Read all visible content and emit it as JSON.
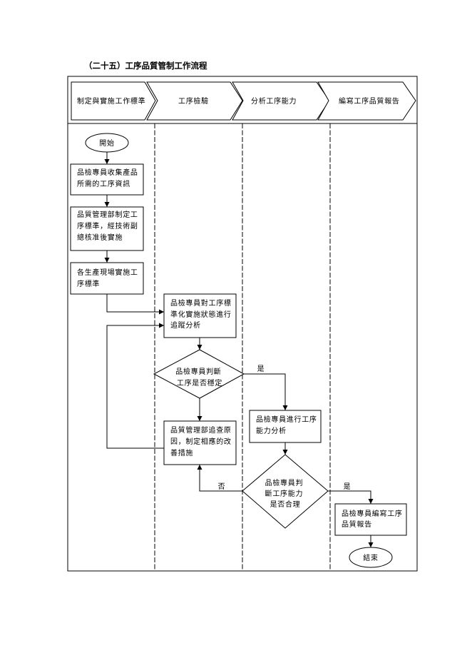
{
  "title": "（二十五）工序品質管制工作流程",
  "lanes": [
    {
      "label": "制定與實施工作標準"
    },
    {
      "label": "工序檢驗"
    },
    {
      "label": "分析工序能力"
    },
    {
      "label": "編寫工序品質報告"
    }
  ],
  "nodes": {
    "start": {
      "label": "開始"
    },
    "collect_info": {
      "lines": [
        "品檢專員收集產品",
        "所需的工序資訊"
      ]
    },
    "set_standard": {
      "lines": [
        "品質管理部制定工",
        "序標準，經技術副",
        "總核准後實施"
      ]
    },
    "implement": {
      "lines": [
        "各生產現場實施工",
        "序標準"
      ]
    },
    "track": {
      "lines": [
        "品檢專員對工序標",
        "準化實施狀態進行",
        "追蹤分析"
      ]
    },
    "judge_stable": {
      "lines": [
        "品檢專員判斷",
        "工序是否穩定"
      ]
    },
    "investigate": {
      "lines": [
        "品質管理部追查原",
        "因，制定相應的改",
        "善措施"
      ]
    },
    "capability": {
      "lines": [
        "品檢專員進行工序",
        "能力分析"
      ]
    },
    "judge_capability": {
      "lines": [
        "品檢專員判",
        "斷工序能力",
        "是否合理"
      ]
    },
    "report": {
      "lines": [
        "品檢專員編寫工序",
        "品質報告"
      ]
    },
    "end": {
      "label": "結束"
    }
  },
  "edge_labels": {
    "stable_yes": "是",
    "capability_no": "否",
    "capability_yes": "是"
  }
}
